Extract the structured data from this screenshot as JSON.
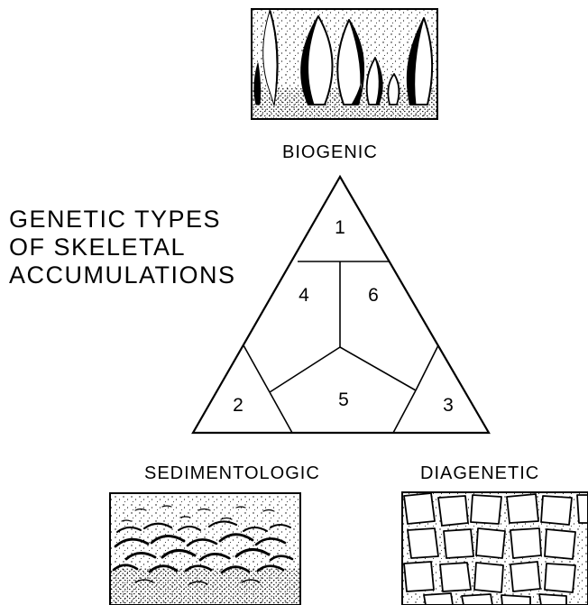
{
  "title": {
    "line1": "GENETIC  TYPES",
    "line2": "OF  SKELETAL",
    "line3": "ACCUMULATIONS"
  },
  "vertices": {
    "top": "BIOGENIC",
    "left": "SEDIMENTOLOGIC",
    "right": "DIAGENETIC"
  },
  "fields": {
    "f1": "1",
    "f2": "2",
    "f3": "3",
    "f4": "4",
    "f5": "5",
    "f6": "6"
  },
  "colors": {
    "ink": "#000000",
    "paper": "#ffffff"
  }
}
